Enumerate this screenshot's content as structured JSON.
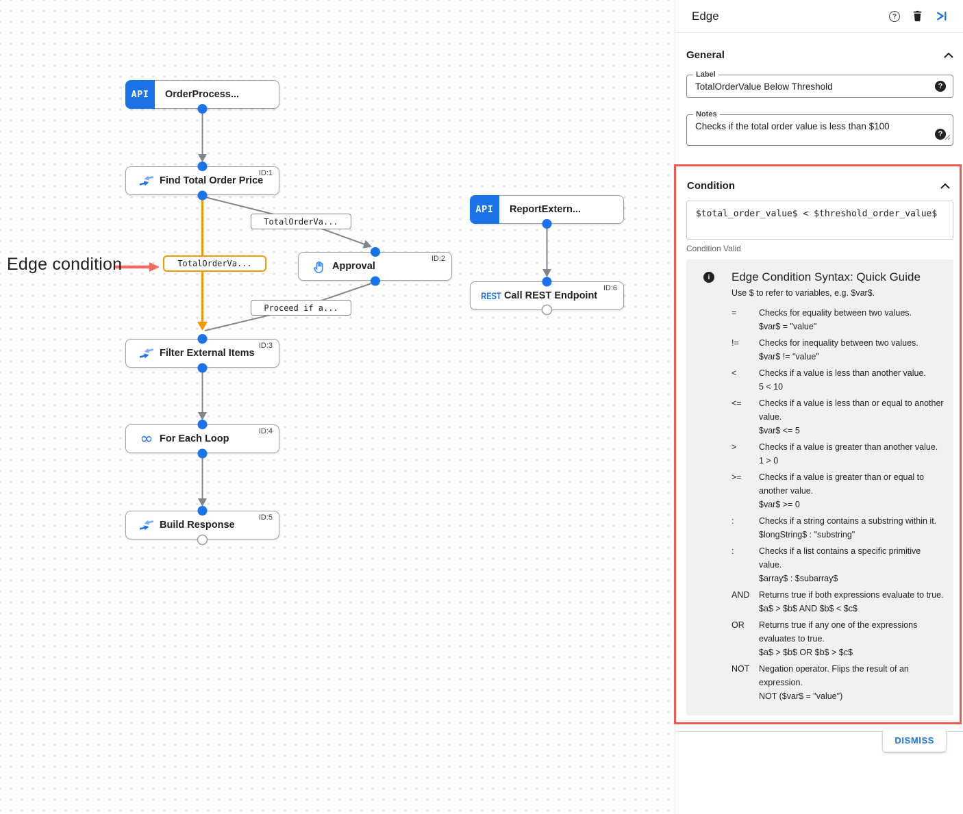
{
  "colors": {
    "accent_blue": "#1a73e8",
    "edge_orange": "#f29900",
    "highlight_red": "#f4584c",
    "annotation_arrow_red": "#f26b5e",
    "edge_gray": "#80868b"
  },
  "canvas": {
    "annotation": {
      "text": "Edge condition"
    },
    "nodes": [
      {
        "label": "OrderProcess...",
        "badge": "API",
        "icon": "api-trigger-icon",
        "id_tag": ""
      },
      {
        "label": "Find Total Order Price",
        "icon": "data-mapping-icon",
        "id_tag": "ID:1"
      },
      {
        "label": "Approval",
        "icon": "hand-approval-icon",
        "id_tag": "ID:2"
      },
      {
        "label": "ReportExtern...",
        "badge": "API",
        "icon": "api-trigger-icon",
        "id_tag": ""
      },
      {
        "label": "Call REST Endpoint",
        "icon": "rest-icon",
        "id_tag": "ID:6"
      },
      {
        "label": "Filter External Items",
        "icon": "data-mapping-icon",
        "id_tag": "ID:3"
      },
      {
        "label": "For Each Loop",
        "icon": "loop-icon",
        "id_tag": "ID:4"
      },
      {
        "label": "Build Response",
        "icon": "data-mapping-icon",
        "id_tag": "ID:5"
      }
    ],
    "edge_labels": [
      {
        "text": "TotalOrderVa...",
        "style": "gray"
      },
      {
        "text": "TotalOrderVa...",
        "style": "orange-highlighted"
      },
      {
        "text": "Proceed if a...",
        "style": "gray"
      }
    ]
  },
  "panel": {
    "title": "Edge",
    "header_icons": [
      "help-icon",
      "delete-icon",
      "collapse-panel-icon"
    ],
    "general": {
      "heading": "General",
      "label_field": {
        "label": "Label",
        "value": "TotalOrderValue Below Threshold"
      },
      "notes_field": {
        "label": "Notes",
        "value": "Checks if the total order value is less than $100"
      }
    },
    "condition": {
      "heading": "Condition",
      "expression": "$total_order_value$ < $threshold_order_value$",
      "status": "Condition Valid",
      "guide": {
        "title": "Edge Condition Syntax: Quick Guide",
        "intro": "Use $ to refer to variables, e.g. $var$.",
        "rows": [
          {
            "op": "=",
            "desc": "Checks for equality between two values.",
            "example": "$var$ = \"value\""
          },
          {
            "op": "!=",
            "desc": "Checks for inequality between two values.",
            "example": "$var$ != \"value\""
          },
          {
            "op": "<",
            "desc": "Checks if a value is less than another value.",
            "example": "5 < 10"
          },
          {
            "op": "<=",
            "desc": "Checks if a value is less than or equal to another value.",
            "example": "$var$ <= 5"
          },
          {
            "op": ">",
            "desc": "Checks if a value is greater than another value.",
            "example": "1 > 0"
          },
          {
            "op": ">=",
            "desc": "Checks if a value is greater than or equal to another value.",
            "example": "$var$ >= 0"
          },
          {
            "op": ":",
            "desc": "Checks if a string contains a substring within it.",
            "example": "$longString$ : \"substring\""
          },
          {
            "op": ":",
            "desc": "Checks if a list contains a specific primitive value.",
            "example": "$array$ : $subarray$"
          },
          {
            "op": "AND",
            "desc": "Returns true if both expressions evaluate to true.",
            "example": "$a$ > $b$ AND $b$ < $c$"
          },
          {
            "op": "OR",
            "desc": "Returns true if any one of the expressions evaluates to true.",
            "example": "$a$ > $b$ OR $b$ > $c$"
          },
          {
            "op": "NOT",
            "desc": "Negation operator. Flips the result of an expression.",
            "example": "NOT ($var$ = \"value\")"
          }
        ]
      }
    },
    "footer": {
      "dismiss_label": "DISMISS"
    }
  }
}
